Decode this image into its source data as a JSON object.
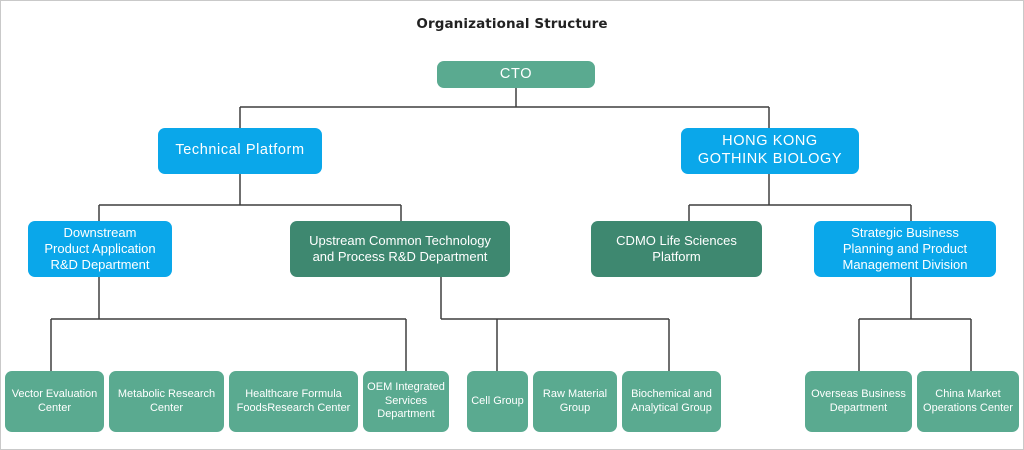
{
  "title": "Organizational Structure",
  "nodes": {
    "cto": "CTO",
    "technical_platform": "Technical Platform",
    "hk_gothink": "HONG KONG\nGOTHINK BIOLOGY",
    "downstream": "Downstream\nProduct Application\nR&D Department",
    "upstream": "Upstream Common Technology\nand Process R&D Department",
    "cdmo": "CDMO Life Sciences\nPlatform",
    "strategic": "Strategic Business\nPlanning and Product\nManagement Division",
    "vector_eval": "Vector Evaluation\nCenter",
    "metabolic": "Metabolic Research\nCenter",
    "healthcare_formula": "Healthcare Formula\nFoodsResearch Center",
    "oem_integrated": "OEM Integrated\nServices\nDepartment",
    "cell_group": "Cell Group",
    "raw_material": "Raw Material\nGroup",
    "biochemical": "Biochemical and\nAnalytical Group",
    "overseas": "Overseas Business\nDepartment",
    "china_market": "China Market\nOperations Center"
  },
  "colors": {
    "teal_light": "#5aaa90",
    "teal_dark": "#3e8870",
    "blue": "#0aa7ea",
    "connector": "#3f3f3f"
  }
}
